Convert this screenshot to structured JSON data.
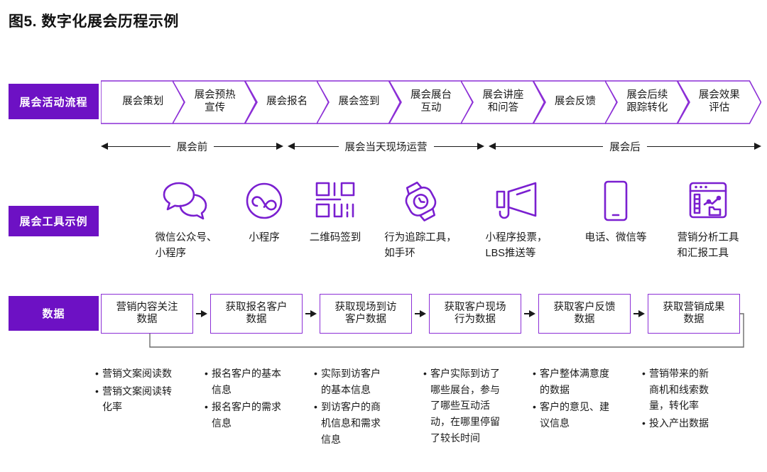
{
  "figure": {
    "title": "图5. 数字化展会历程示例",
    "accent_purple": "#6d11c4",
    "outline_purple": "#8c2fd6",
    "icon_purple": "#7a1fd0",
    "text_color": "#1a1a1a"
  },
  "rows": {
    "process": {
      "label": "展会活动流程"
    },
    "tools": {
      "label": "展会工具示例"
    },
    "data": {
      "label": "数据"
    }
  },
  "process_steps": [
    {
      "label": "展会策划"
    },
    {
      "label": "展会预热\n宣传"
    },
    {
      "label": "展会报名"
    },
    {
      "label": "展会签到"
    },
    {
      "label": "展会展台\n互动"
    },
    {
      "label": "展会讲座\n和问答"
    },
    {
      "label": "展会反馈"
    },
    {
      "label": "展会后续\n跟踪转化"
    },
    {
      "label": "展会效果\n评估"
    }
  ],
  "phases": [
    {
      "label": "展会前"
    },
    {
      "label": "展会当天现场运营"
    },
    {
      "label": "展会后"
    }
  ],
  "tools": [
    {
      "icon": "chat-bubbles-icon",
      "label": "微信公众号、\n小程序"
    },
    {
      "icon": "mini-program-icon",
      "label": "小程序"
    },
    {
      "icon": "qr-code-icon",
      "label": "二维码签到"
    },
    {
      "icon": "smartwatch-icon",
      "label": "行为追踪工具，\n如手环"
    },
    {
      "icon": "megaphone-icon",
      "label": "小程序投票，\nLBS推送等"
    },
    {
      "icon": "mobile-phone-icon",
      "label": "电话、微信等"
    },
    {
      "icon": "analytics-dashboard-icon",
      "label": "营销分析工具\n和汇报工具"
    }
  ],
  "data_boxes": [
    {
      "label": "营销内容关注\n数据"
    },
    {
      "label": "获取报名客户\n数据"
    },
    {
      "label": "获取现场到访\n客户数据"
    },
    {
      "label": "获取客户现场\n行为数据"
    },
    {
      "label": "获取客户反馈\n数据"
    },
    {
      "label": "获取营销成果\n数据"
    }
  ],
  "bullet_columns": [
    {
      "items": [
        "营销文案阅读数",
        "营销文案阅读转\n化率"
      ]
    },
    {
      "items": [
        "报名客户的基本\n信息",
        "报名客户的需求\n信息"
      ]
    },
    {
      "items": [
        "实际到访客户\n的基本信息",
        "到访客户的商\n机信息和需求\n信息"
      ]
    },
    {
      "items": [
        "客户实际到访了\n哪些展台，参与\n了哪些互动活\n动，在哪里停留\n了较长时间"
      ]
    },
    {
      "items": [
        "客户整体满意度\n的数据",
        "客户的意见、建\n议信息"
      ]
    },
    {
      "items": [
        "营销带来的新\n商机和线索数\n量，转化率",
        "投入产出数据"
      ]
    }
  ]
}
